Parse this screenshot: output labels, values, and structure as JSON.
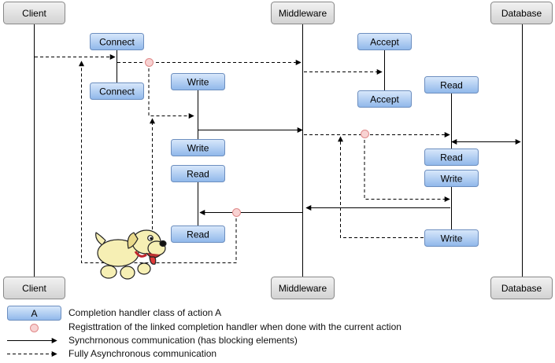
{
  "participants": {
    "client": "Client",
    "middleware": "Middleware",
    "database": "Database"
  },
  "handlers": {
    "connect": "Connect",
    "accept": "Accept",
    "write": "Write",
    "read": "Read"
  },
  "legend": {
    "sample_box": "A",
    "completion_handler": "Completion handler class of action A",
    "registration": "Registtration of the linked completion handler when done with the current action",
    "synchronous": "Synchrnonous communication (has blocking elements)",
    "asynchronous": "Fully Asynchronous communication"
  },
  "colors": {
    "header_fill": "#dcdcdc",
    "handler_fill": "#9dc3ee",
    "registration_fill": "#f8d2d2",
    "registration_stroke": "#e08a8a"
  },
  "icons": {
    "mascot": "dog-mascot-icon"
  }
}
